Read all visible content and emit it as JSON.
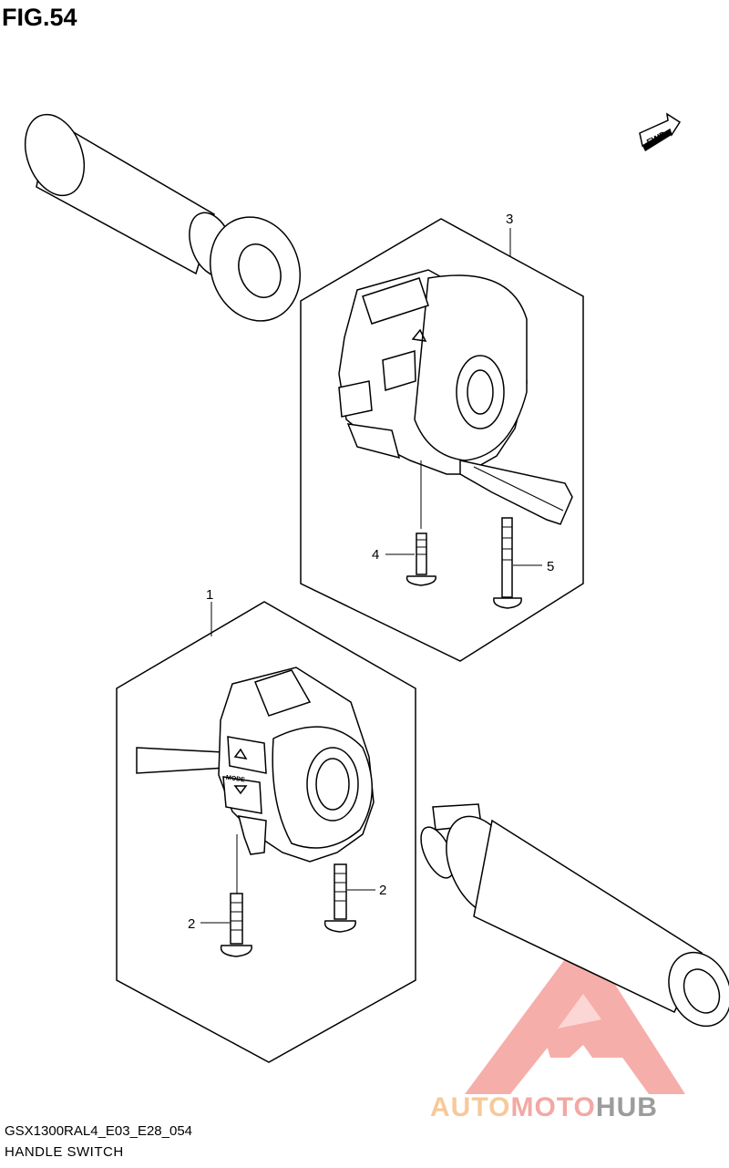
{
  "figure": {
    "title": "FIG.54",
    "model_code": "GSX1300RAL4_E03_E28_054",
    "name": "HANDLE SWITCH"
  },
  "fwd_label": "FWD",
  "callouts": [
    {
      "id": "c1",
      "label": "1"
    },
    {
      "id": "c2a",
      "label": "2"
    },
    {
      "id": "c2b",
      "label": "2"
    },
    {
      "id": "c3",
      "label": "3"
    },
    {
      "id": "c4",
      "label": "4"
    },
    {
      "id": "c5",
      "label": "5"
    }
  ],
  "switch_markings": {
    "mode": "MODE"
  },
  "watermark": {
    "part_a": "AUTO",
    "part_b": "MOTO",
    "part_c": "HUB",
    "colors": {
      "auto": "#f7c99a",
      "moto": "#f3a8a4",
      "hub": "#9c9c9c",
      "logo": "#f08a85"
    }
  }
}
